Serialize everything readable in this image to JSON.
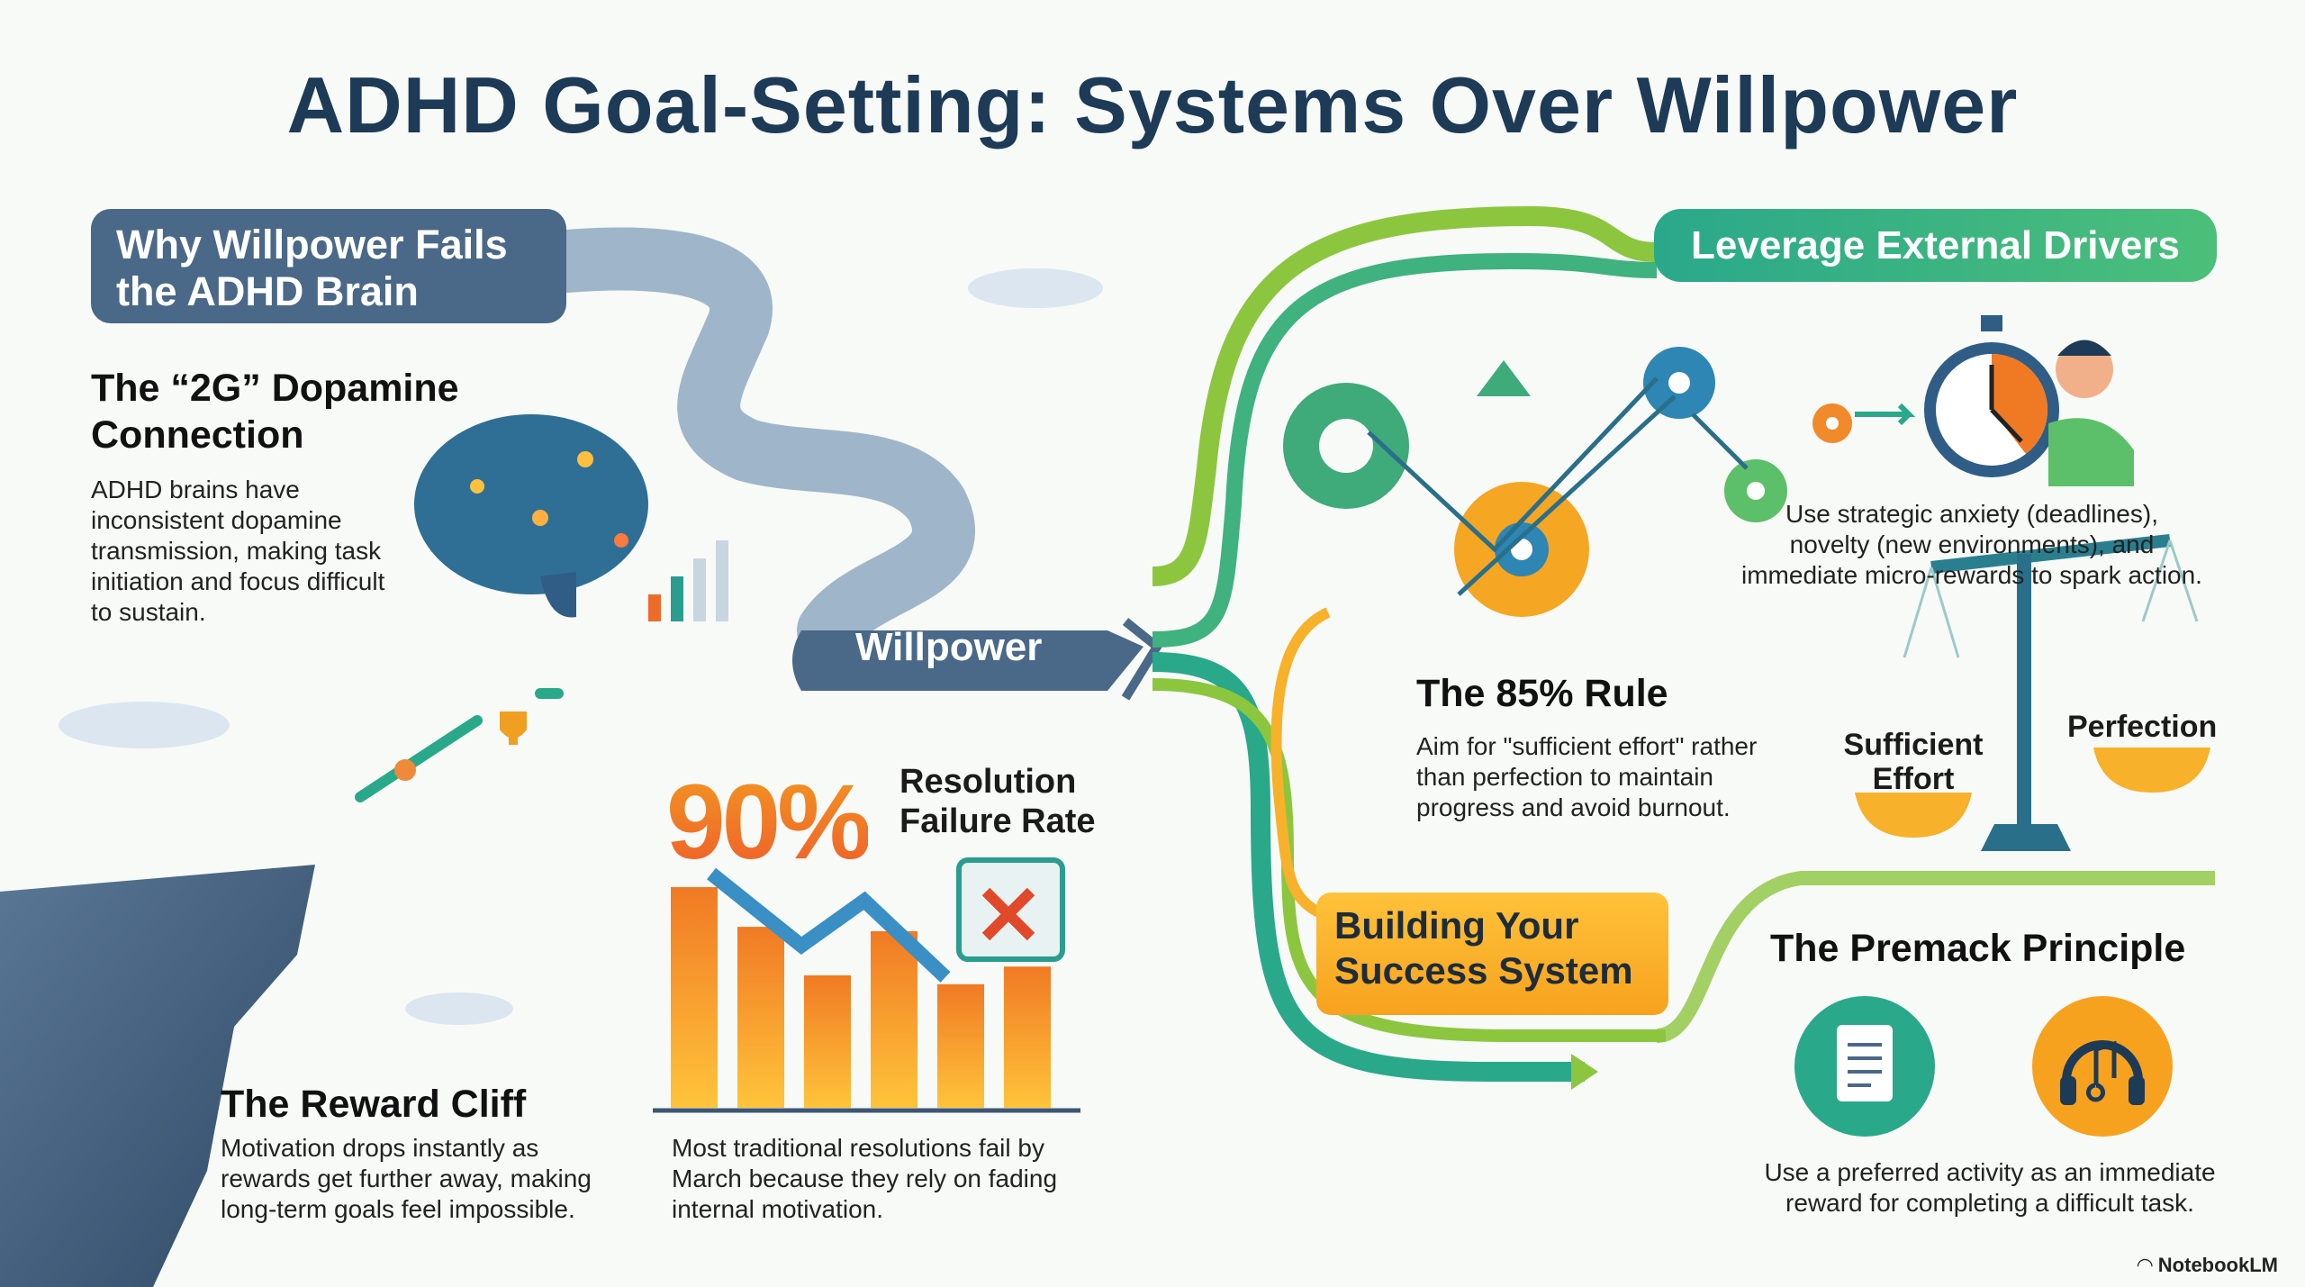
{
  "title": "ADHD Goal-Setting: Systems Over Willpower",
  "left": {
    "banner": [
      "Why Willpower Fails",
      "the ADHD Brain"
    ],
    "dopamine": {
      "heading": [
        "The “2G” Dopamine",
        "Connection"
      ],
      "body": [
        "ADHD brains have",
        "inconsistent dopamine",
        "transmission, making task",
        "initiation and focus difficult",
        "to sustain."
      ]
    },
    "willpower_label": "Willpower",
    "cliff": {
      "heading": "The Reward Cliff",
      "body": [
        "Motivation drops instantly as",
        "rewards get further away, making",
        "long-term goals feel impossible."
      ]
    },
    "failure": {
      "percent": "90%",
      "label": [
        "Resolution",
        "Failure Rate"
      ],
      "bars": [
        100,
        82,
        60,
        80,
        56,
        64
      ],
      "body": [
        "Most traditional resolutions fail by",
        "March because they rely on fading",
        "internal motivation."
      ]
    }
  },
  "right": {
    "banner": "Leverage External Drivers",
    "drivers_body": [
      "Use strategic anxiety (deadlines),",
      "novelty (new environments), and",
      "immediate micro-rewards to spark action."
    ],
    "rule": {
      "heading": "The 85% Rule",
      "body": [
        "Aim for \"sufficient effort\" rather",
        "than perfection to maintain",
        "progress and avoid burnout."
      ],
      "scale_left": [
        "Sufficient",
        "Effort"
      ],
      "scale_right": "Perfection"
    },
    "system_box": [
      "Building Your",
      "Success System"
    ],
    "premack": {
      "heading": "The Premack Principle",
      "body": [
        "Use a preferred activity as an immediate",
        "reward for completing a difficult task."
      ]
    }
  },
  "brand": "NotebookLM",
  "colors": {
    "title": "#1d3a57",
    "slate": "#4a6887",
    "teal": "#2aa88a",
    "green": "#8cc63f",
    "orange": "#f7a21e"
  }
}
